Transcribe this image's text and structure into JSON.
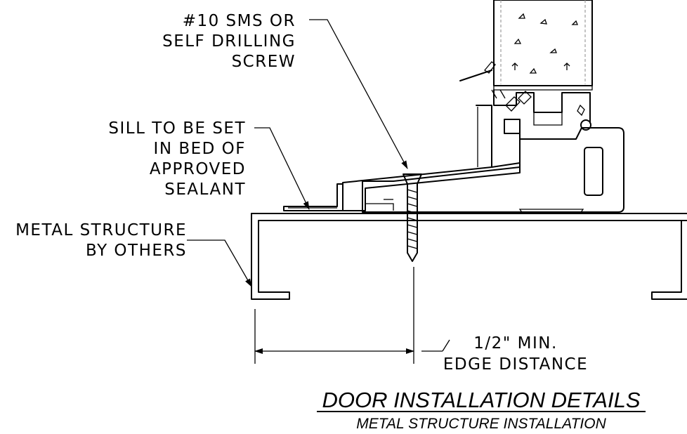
{
  "callouts": {
    "screw": [
      "#10 SMS OR",
      "SELF DRILLING",
      "SCREW"
    ],
    "sill": [
      "SILL TO BE SET",
      "IN BED OF",
      "APPROVED",
      "SEALANT"
    ],
    "structure": [
      "METAL STRUCTURE",
      "BY OTHERS"
    ],
    "edge": [
      "1/2\" MIN.",
      "EDGE DISTANCE"
    ]
  },
  "title": {
    "main": "DOOR INSTALLATION DETAILS",
    "sub": "METAL STRUCTURE INSTALLATION"
  },
  "colors": {
    "line": "#000000",
    "background": "#ffffff"
  }
}
